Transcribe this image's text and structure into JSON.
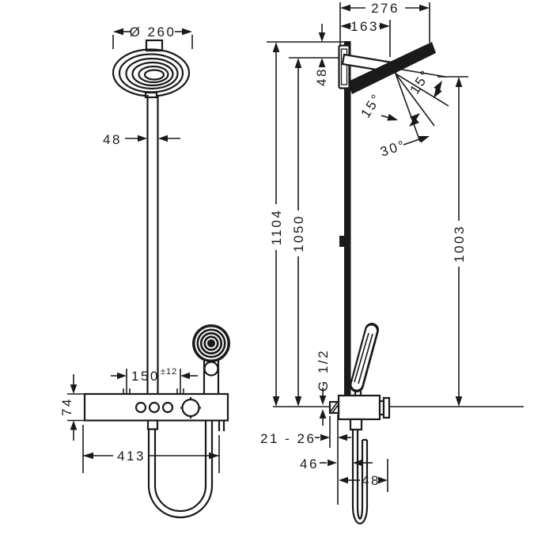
{
  "drawing": {
    "front_view": {
      "head_diameter": "Ø 260",
      "pipe_width": "48",
      "inlet_spacing": "150",
      "inlet_tolerance": "±12",
      "valve_height": "74",
      "valve_width": "413"
    },
    "side_view": {
      "reach_total": "276",
      "reach_head": "163",
      "top_offset": "48",
      "height_total": "1104",
      "height_bar": "1050",
      "height_head": "1003",
      "tilt_up": "15°",
      "tilt_down": "15°",
      "tilt_range": "30°",
      "thread": "G 1/2",
      "wall_distance": "21 - 26",
      "hose_offset": "46",
      "hose_loop_width": "48"
    }
  }
}
